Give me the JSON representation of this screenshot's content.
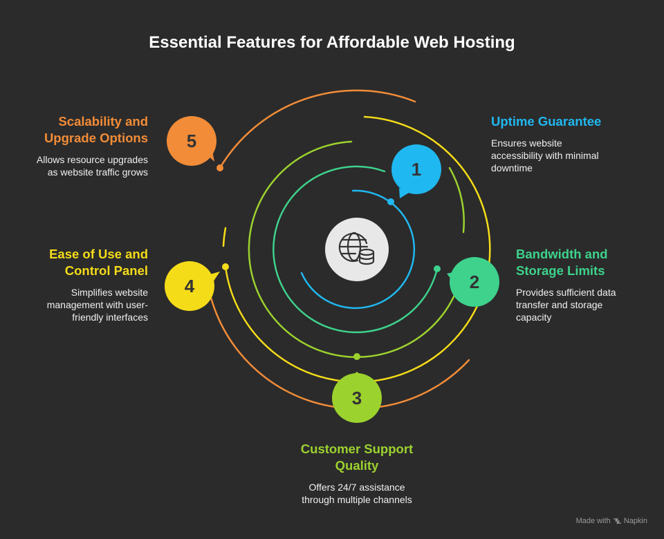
{
  "title": "Essential Features for Affordable Web Hosting",
  "center_icon": "globe-database-icon",
  "colors": {
    "background": "#2b2b2b",
    "uptime": "#20b8f0",
    "bandwidth": "#3ed28c",
    "support": "#9cd22e",
    "ease": "#f5dc18",
    "scalability": "#f28c38",
    "center_circle": "#e8e8e8"
  },
  "features": [
    {
      "number": "1",
      "title_line1": "Uptime Guarantee",
      "title_line2": "",
      "description_line1": "Ensures website",
      "description_line2": "accessibility with minimal",
      "description_line3": "downtime"
    },
    {
      "number": "2",
      "title_line1": "Bandwidth and",
      "title_line2": "Storage Limits",
      "description_line1": "Provides sufficient data",
      "description_line2": "transfer and storage",
      "description_line3": "capacity"
    },
    {
      "number": "3",
      "title_line1": "Customer Support",
      "title_line2": "Quality",
      "description_line1": "Offers 24/7 assistance",
      "description_line2": "through multiple channels",
      "description_line3": ""
    },
    {
      "number": "4",
      "title_line1": "Ease of Use and",
      "title_line2": "Control Panel",
      "description_line1": "Simplifies website",
      "description_line2": "management with user-",
      "description_line3": "friendly interfaces"
    },
    {
      "number": "5",
      "title_line1": "Scalability and",
      "title_line2": "Upgrade Options",
      "description_line1": "Allows resource upgrades",
      "description_line2": "as website traffic grows",
      "description_line3": ""
    }
  ],
  "footer": {
    "made_with": "Made with",
    "brand": "Napkin",
    "icon": "napkin-logo-icon"
  }
}
